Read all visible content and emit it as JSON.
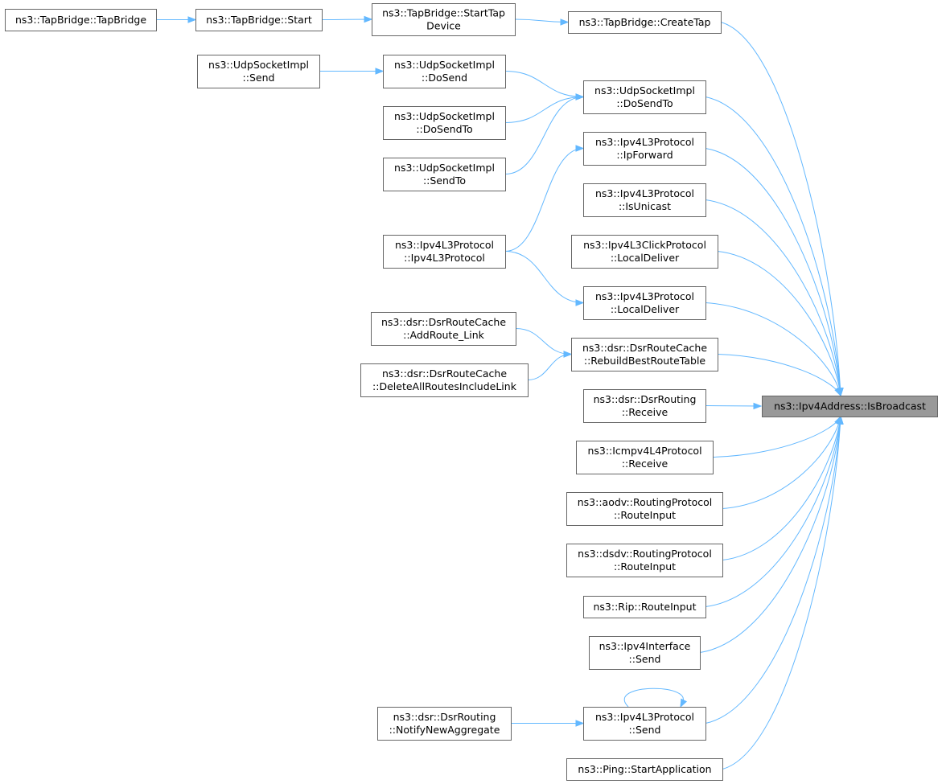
{
  "colors": {
    "edge": "#63b8ff",
    "node_border": "#666666",
    "node_fill": "#ffffff",
    "target_fill": "#999999",
    "text": "#000000"
  },
  "nodes": {
    "tapbridge_tapbridge": [
      "ns3::TapBridge::TapBridge"
    ],
    "tapbridge_start": [
      "ns3::TapBridge::Start"
    ],
    "tapbridge_starttapdevice": [
      "ns3::TapBridge::StartTap",
      "Device"
    ],
    "tapbridge_createtap": [
      "ns3::TapBridge::CreateTap"
    ],
    "udp_send": [
      "ns3::UdpSocketImpl",
      "::Send"
    ],
    "udp_dosend": [
      "ns3::UdpSocketImpl",
      "::DoSend"
    ],
    "udp_dosendto_left": [
      "ns3::UdpSocketImpl",
      "::DoSendTo"
    ],
    "udp_sendto": [
      "ns3::UdpSocketImpl",
      "::SendTo"
    ],
    "udp_dosendto_mid": [
      "ns3::UdpSocketImpl",
      "::DoSendTo"
    ],
    "ipv4l3_ipforward": [
      "ns3::Ipv4L3Protocol",
      "::IpForward"
    ],
    "ipv4l3_isunicast": [
      "ns3::Ipv4L3Protocol",
      "::IsUnicast"
    ],
    "ipv4l3_ctor": [
      "ns3::Ipv4L3Protocol",
      "::Ipv4L3Protocol"
    ],
    "ipv4l3click_localdeliver": [
      "ns3::Ipv4L3ClickProtocol",
      "::LocalDeliver"
    ],
    "ipv4l3_localdeliver": [
      "ns3::Ipv4L3Protocol",
      "::LocalDeliver"
    ],
    "dsr_addroute_link": [
      "ns3::dsr::DsrRouteCache",
      "::AddRoute_Link"
    ],
    "dsr_deleteallroutes": [
      "ns3::dsr::DsrRouteCache",
      "::DeleteAllRoutesIncludeLink"
    ],
    "dsr_rebuildbestroutetable": [
      "ns3::dsr::DsrRouteCache",
      "::RebuildBestRouteTable"
    ],
    "dsr_routing_receive": [
      "ns3::dsr::DsrRouting",
      "::Receive"
    ],
    "icmpv4_receive": [
      "ns3::Icmpv4L4Protocol",
      "::Receive"
    ],
    "aodv_routeinput": [
      "ns3::aodv::RoutingProtocol",
      "::RouteInput"
    ],
    "dsdv_routeinput": [
      "ns3::dsdv::RoutingProtocol",
      "::RouteInput"
    ],
    "rip_routeinput": [
      "ns3::Rip::RouteInput"
    ],
    "ipv4interface_send": [
      "ns3::Ipv4Interface",
      "::Send"
    ],
    "dsr_notifynewaggregate": [
      "ns3::dsr::DsrRouting",
      "::NotifyNewAggregate"
    ],
    "ipv4l3_send": [
      "ns3::Ipv4L3Protocol",
      "::Send"
    ],
    "ping_startapplication": [
      "ns3::Ping::StartApplication"
    ],
    "ipv4address_isbroadcast": [
      "ns3::Ipv4Address::IsBroadcast"
    ]
  },
  "target": "ipv4address_isbroadcast",
  "edges": [
    [
      "tapbridge_tapbridge",
      "tapbridge_start"
    ],
    [
      "tapbridge_start",
      "tapbridge_starttapdevice"
    ],
    [
      "tapbridge_starttapdevice",
      "tapbridge_createtap"
    ],
    [
      "tapbridge_createtap",
      "ipv4address_isbroadcast"
    ],
    [
      "udp_send",
      "udp_dosend"
    ],
    [
      "udp_dosend",
      "udp_dosendto_mid"
    ],
    [
      "udp_dosendto_left",
      "udp_dosendto_mid"
    ],
    [
      "udp_sendto",
      "udp_dosendto_mid"
    ],
    [
      "udp_dosendto_mid",
      "ipv4address_isbroadcast"
    ],
    [
      "ipv4l3_ctor",
      "ipv4l3_ipforward"
    ],
    [
      "ipv4l3_ipforward",
      "ipv4address_isbroadcast"
    ],
    [
      "ipv4l3_isunicast",
      "ipv4address_isbroadcast"
    ],
    [
      "ipv4l3click_localdeliver",
      "ipv4address_isbroadcast"
    ],
    [
      "ipv4l3_ctor",
      "ipv4l3_localdeliver"
    ],
    [
      "ipv4l3_localdeliver",
      "ipv4address_isbroadcast"
    ],
    [
      "dsr_addroute_link",
      "dsr_rebuildbestroutetable"
    ],
    [
      "dsr_deleteallroutes",
      "dsr_rebuildbestroutetable"
    ],
    [
      "dsr_rebuildbestroutetable",
      "ipv4address_isbroadcast"
    ],
    [
      "dsr_routing_receive",
      "ipv4address_isbroadcast"
    ],
    [
      "icmpv4_receive",
      "ipv4address_isbroadcast"
    ],
    [
      "aodv_routeinput",
      "ipv4address_isbroadcast"
    ],
    [
      "dsdv_routeinput",
      "ipv4address_isbroadcast"
    ],
    [
      "rip_routeinput",
      "ipv4address_isbroadcast"
    ],
    [
      "ipv4interface_send",
      "ipv4address_isbroadcast"
    ],
    [
      "dsr_notifynewaggregate",
      "ipv4l3_send"
    ],
    [
      "ipv4l3_send",
      "ipv4l3_send"
    ],
    [
      "ipv4l3_send",
      "ipv4address_isbroadcast"
    ],
    [
      "ping_startapplication",
      "ipv4address_isbroadcast"
    ]
  ]
}
